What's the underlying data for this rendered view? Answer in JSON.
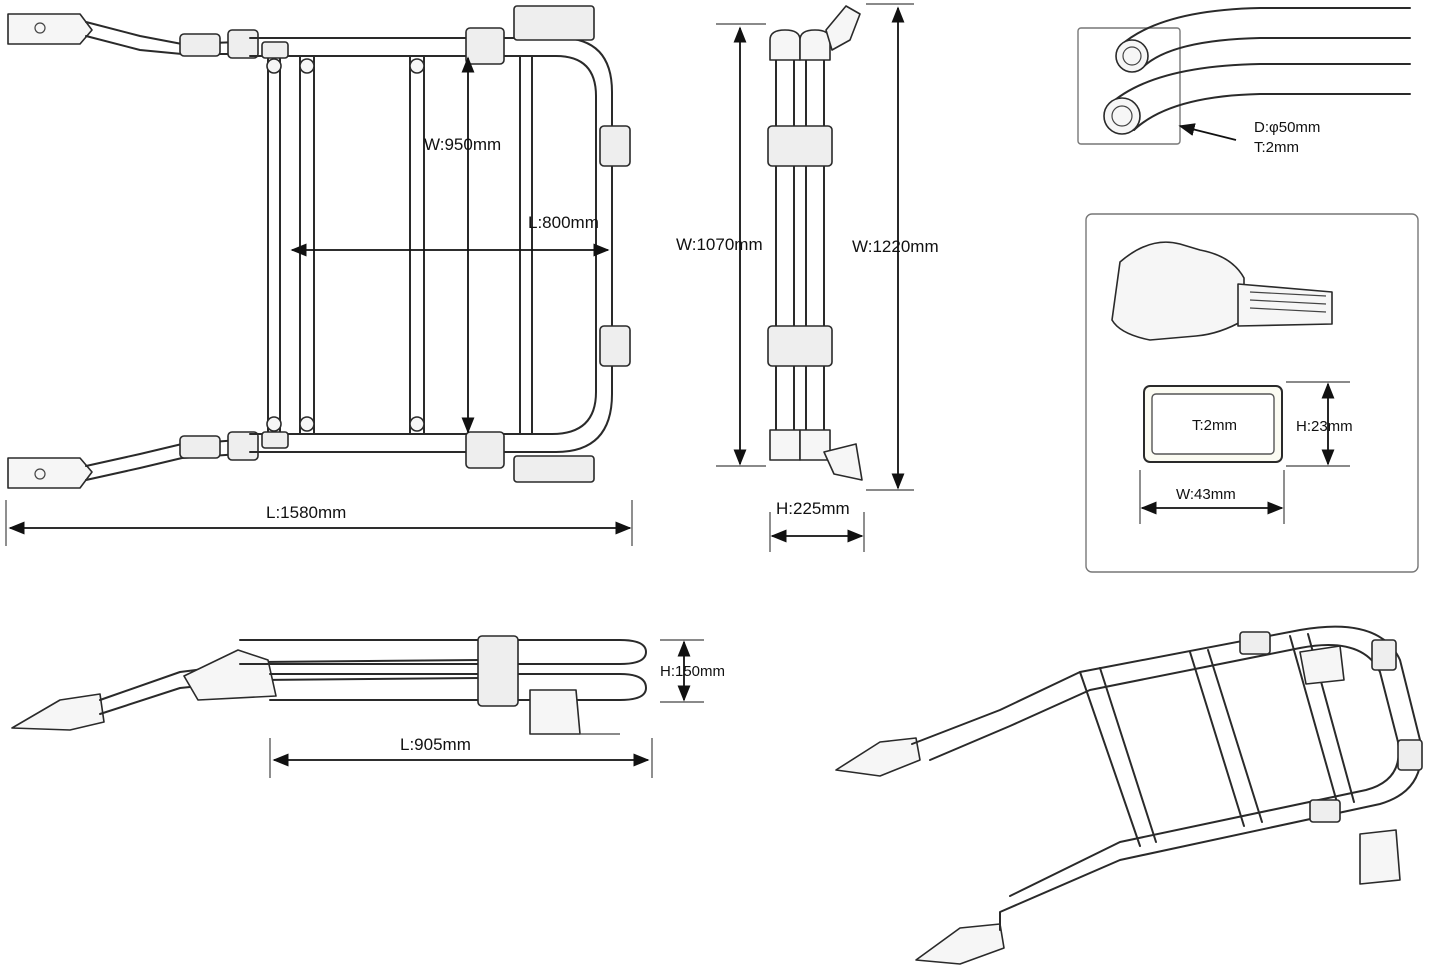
{
  "top_view": {
    "width_label": "W:950mm",
    "length_label": "L:800mm",
    "total_length_label": "L:1580mm"
  },
  "end_view": {
    "inner_width_label": "W:1070mm",
    "outer_width_label": "W:1220mm",
    "height_label": "H:225mm"
  },
  "side_view": {
    "height_label": "H:150mm",
    "length_label": "L:905mm"
  },
  "tube_detail": {
    "diameter_label": "D:φ50mm",
    "thickness_label": "T:2mm"
  },
  "profile_detail": {
    "thickness_label": "T:2mm",
    "height_label": "H:23mm",
    "width_label": "W:43mm"
  },
  "colors": {
    "line": "#2a2a2a",
    "dimension": "#111111",
    "panel_border": "#777777"
  }
}
